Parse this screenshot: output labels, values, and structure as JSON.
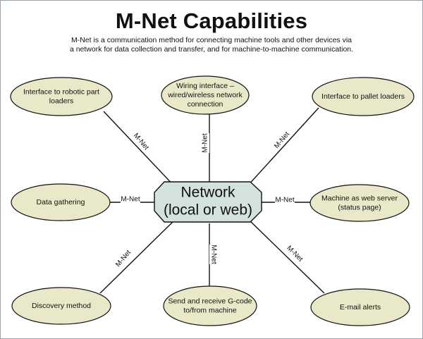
{
  "title": "M-Net Capabilities",
  "subtitle_lines": [
    "M-Net is a communication method for connecting machine tools and other devices via",
    "a network for data collection and transfer, and for machine-to-machine communication."
  ],
  "hub": {
    "lines": [
      "Network",
      "(local or web)"
    ]
  },
  "connector_label": "M-Net",
  "nodes": [
    {
      "lines": [
        "Interface to robotic part",
        "loaders"
      ]
    },
    {
      "lines": [
        "Wiring interface –",
        "wired/wireless network",
        "connection"
      ]
    },
    {
      "lines": [
        "Interface to pallet loaders"
      ]
    },
    {
      "lines": [
        "Data gathering"
      ]
    },
    {
      "lines": [
        "Machine as web server",
        "(status page)"
      ]
    },
    {
      "lines": [
        "Discovery method"
      ]
    },
    {
      "lines": [
        "Send and receive G-code",
        "to/from machine"
      ]
    },
    {
      "lines": [
        "E-mail alerts"
      ]
    }
  ],
  "colors": {
    "node_fill": "#e9e9c9",
    "hub_fill": "#d3e2dd",
    "line": "#111111",
    "frame": "#9aa3ab"
  }
}
